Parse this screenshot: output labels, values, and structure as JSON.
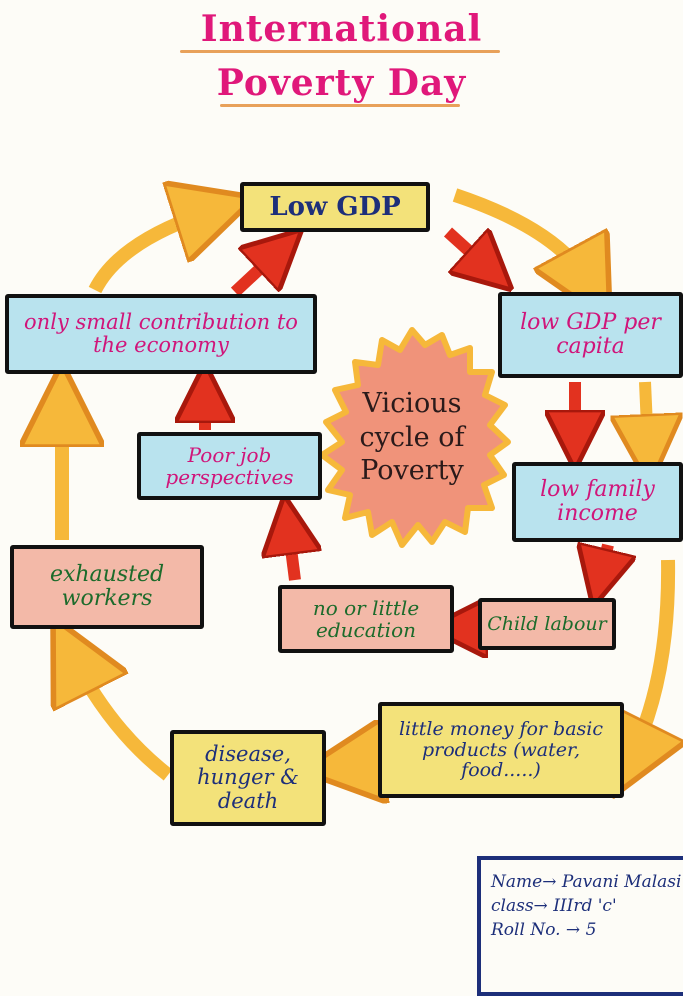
{
  "title": {
    "line1": "International",
    "line2": "Poverty Day"
  },
  "center_label": {
    "line1": "Vicious",
    "line2": "cycle of",
    "line3": "Poverty"
  },
  "boxes": {
    "low_gdp": "Low GDP",
    "low_gdp_per_capita": "low GDP per capita",
    "low_family_income": "low family income",
    "child_labour": "Child labour",
    "no_education": "no or little education",
    "poor_job": "Poor job perspectives",
    "small_contribution": "only small contribution to the economy",
    "exhausted_workers": "exhausted workers",
    "little_money": "little money for basic products (water, food.....)",
    "disease": "disease, hunger & death"
  },
  "name_card": {
    "name": "Name→ Pavani Malasi",
    "class": "class→ IIIrd 'c'",
    "roll": "Roll No. → 5"
  },
  "colors": {
    "title": "#e0187a",
    "outer_arrows": "#f6b83a",
    "inner_arrows": "#e2321f",
    "blue_box": "#b9e3ee",
    "yellow_box": "#f3e27a",
    "pink_box": "#f3b9a8"
  }
}
